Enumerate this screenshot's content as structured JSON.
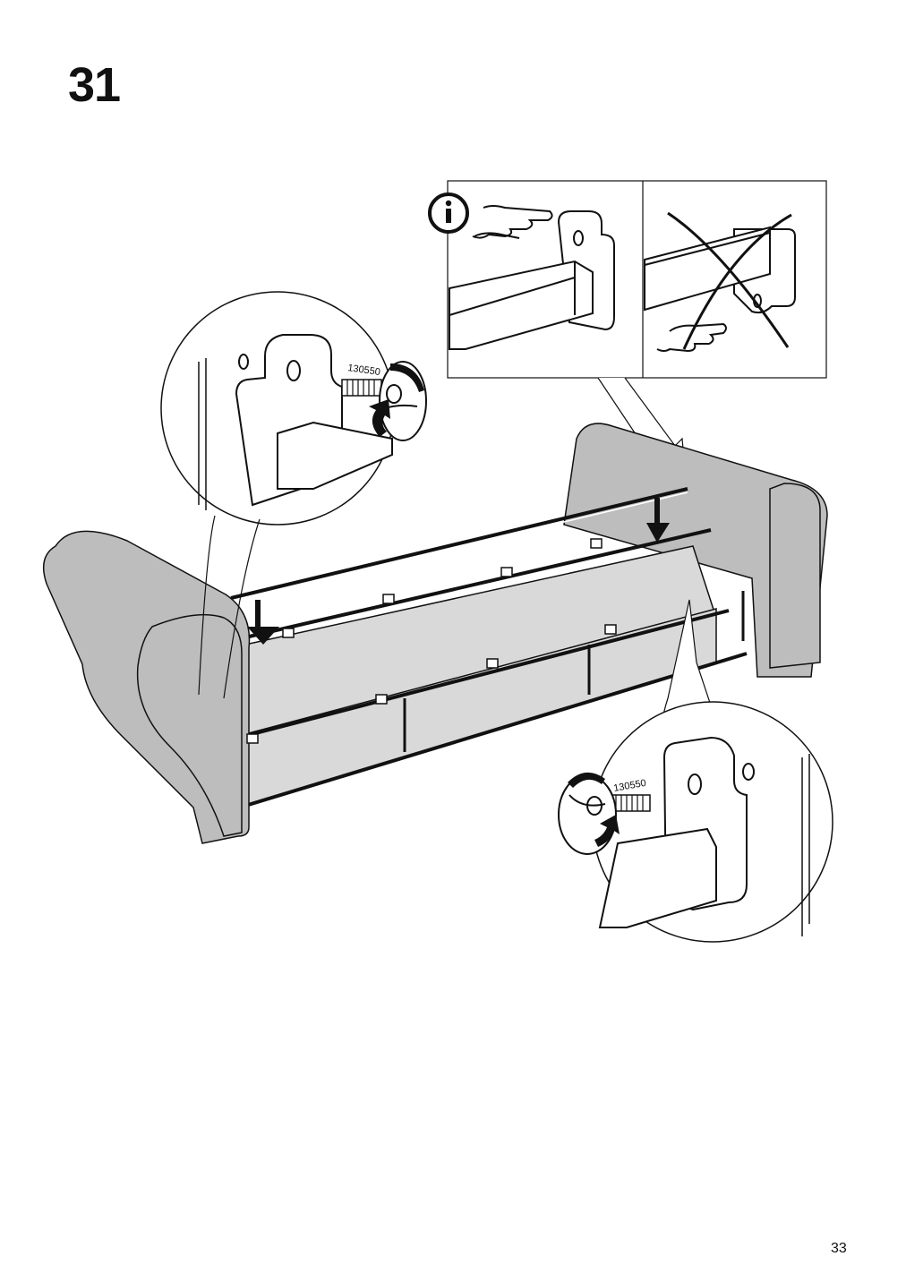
{
  "page": {
    "step_number": "31",
    "page_number": "33"
  },
  "illustration": {
    "part_number_upper": "130550",
    "part_number_lower": "130550",
    "info_icon": "info-circle-icon",
    "colors": {
      "line": "#111111",
      "fabric": "#bdbdbd",
      "fabric_light": "#d9d9d9",
      "background": "#ffffff"
    }
  }
}
